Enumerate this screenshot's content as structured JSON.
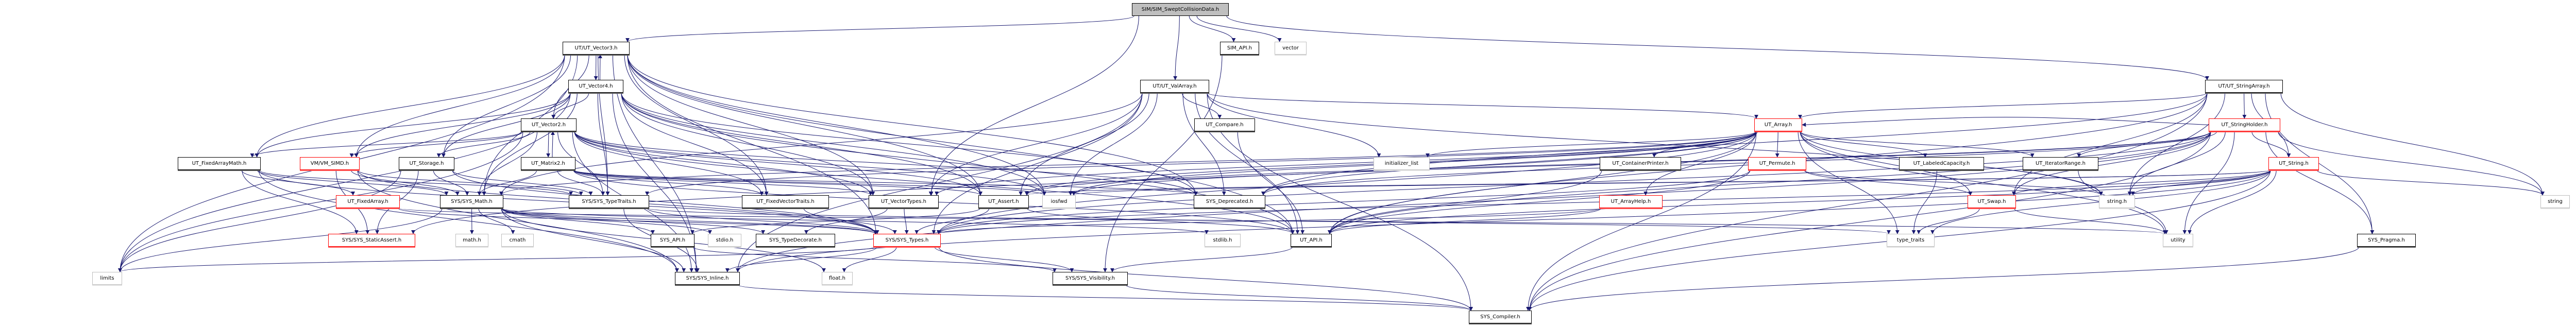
{
  "graph": {
    "title": "SIM/SIM_SweptCollisionData.h",
    "edge_color": "#191970",
    "colors": {
      "root_fill": "#bfbfbf",
      "local_border": "#000000",
      "truncated_border": "#ff0000",
      "system_border": "#bfbfbf"
    },
    "nodes": [
      {
        "id": "root",
        "label": "SIM/SIM_SweptCollisionData.h",
        "kind": "root"
      },
      {
        "id": "vec3",
        "label": "UT/UT_Vector3.h",
        "kind": "local"
      },
      {
        "id": "simapi",
        "label": "SIM_API.h",
        "kind": "local"
      },
      {
        "id": "vector",
        "label": "vector",
        "kind": "system"
      },
      {
        "id": "vec4",
        "label": "UT_Vector4.h",
        "kind": "local"
      },
      {
        "id": "valarray",
        "label": "UT/UT_ValArray.h",
        "kind": "local"
      },
      {
        "id": "strarray",
        "label": "UT/UT_StringArray.h",
        "kind": "local"
      },
      {
        "id": "vec2",
        "label": "UT_Vector2.h",
        "kind": "local"
      },
      {
        "id": "compare",
        "label": "UT_Compare.h",
        "kind": "local"
      },
      {
        "id": "utarray",
        "label": "UT_Array.h",
        "kind": "truncated"
      },
      {
        "id": "strholder",
        "label": "UT_StringHolder.h",
        "kind": "truncated"
      },
      {
        "id": "fixarrmath",
        "label": "UT_FixedArrayMath.h",
        "kind": "local"
      },
      {
        "id": "simd",
        "label": "VM/VM_SIMD.h",
        "kind": "truncated"
      },
      {
        "id": "storage",
        "label": "UT_Storage.h",
        "kind": "local"
      },
      {
        "id": "matrix2",
        "label": "UT_Matrix2.h",
        "kind": "local"
      },
      {
        "id": "initlist",
        "label": "initializer_list",
        "kind": "system"
      },
      {
        "id": "contprinter",
        "label": "UT_ContainerPrinter.h",
        "kind": "local"
      },
      {
        "id": "permute",
        "label": "UT_Permute.h",
        "kind": "truncated"
      },
      {
        "id": "labcap",
        "label": "UT_LabeledCapacity.h",
        "kind": "local"
      },
      {
        "id": "iterrange",
        "label": "UT_IteratorRange.h",
        "kind": "local"
      },
      {
        "id": "utstring",
        "label": "UT_String.h",
        "kind": "truncated"
      },
      {
        "id": "fixarray",
        "label": "UT_FixedArray.h",
        "kind": "truncated"
      },
      {
        "id": "sysmath",
        "label": "SYS/SYS_Math.h",
        "kind": "local"
      },
      {
        "id": "typetraits",
        "label": "SYS/SYS_TypeTraits.h",
        "kind": "local"
      },
      {
        "id": "fixvectraits",
        "label": "UT_FixedVectorTraits.h",
        "kind": "local"
      },
      {
        "id": "vectypes",
        "label": "UT_VectorTypes.h",
        "kind": "local"
      },
      {
        "id": "assert",
        "label": "UT_Assert.h",
        "kind": "local"
      },
      {
        "id": "iosfwd",
        "label": "iosfwd",
        "kind": "system"
      },
      {
        "id": "deprecated",
        "label": "SYS_Deprecated.h",
        "kind": "local"
      },
      {
        "id": "arrayhelp",
        "label": "UT_ArrayHelp.h",
        "kind": "truncated"
      },
      {
        "id": "swap",
        "label": "UT_Swap.h",
        "kind": "truncated"
      },
      {
        "id": "stringh",
        "label": "string.h",
        "kind": "system"
      },
      {
        "id": "string",
        "label": "string",
        "kind": "system"
      },
      {
        "id": "staticassert",
        "label": "SYS/SYS_StaticAssert.h",
        "kind": "truncated"
      },
      {
        "id": "mathh",
        "label": "math.h",
        "kind": "system"
      },
      {
        "id": "cmath",
        "label": "cmath",
        "kind": "system"
      },
      {
        "id": "sysapi",
        "label": "SYS_API.h",
        "kind": "local"
      },
      {
        "id": "stdio",
        "label": "stdio.h",
        "kind": "system"
      },
      {
        "id": "typedecorate",
        "label": "SYS_TypeDecorate.h",
        "kind": "local"
      },
      {
        "id": "systypes",
        "label": "SYS/SYS_Types.h",
        "kind": "truncated"
      },
      {
        "id": "stdlib",
        "label": "stdlib.h",
        "kind": "system"
      },
      {
        "id": "utapi",
        "label": "UT_API.h",
        "kind": "local"
      },
      {
        "id": "typetraits_std",
        "label": "type_traits",
        "kind": "system"
      },
      {
        "id": "utility",
        "label": "utility",
        "kind": "system"
      },
      {
        "id": "pragma",
        "label": "SYS_Pragma.h",
        "kind": "local"
      },
      {
        "id": "limits",
        "label": "limits",
        "kind": "system"
      },
      {
        "id": "inline",
        "label": "SYS/SYS_Inline.h",
        "kind": "local"
      },
      {
        "id": "floath",
        "label": "float.h",
        "kind": "system"
      },
      {
        "id": "visibility",
        "label": "SYS/SYS_Visibility.h",
        "kind": "local"
      },
      {
        "id": "compiler",
        "label": "SYS_Compiler.h",
        "kind": "local"
      }
    ],
    "edges": [
      [
        "root",
        "vec3"
      ],
      [
        "root",
        "simapi"
      ],
      [
        "root",
        "vector"
      ],
      [
        "root",
        "valarray"
      ],
      [
        "root",
        "strarray"
      ],
      [
        "root",
        "vectypes"
      ],
      [
        "vec3",
        "vec4"
      ],
      [
        "vec3",
        "vec2"
      ],
      [
        "vec3",
        "fixarrmath"
      ],
      [
        "vec3",
        "simd"
      ],
      [
        "vec3",
        "storage"
      ],
      [
        "vec3",
        "sysmath"
      ],
      [
        "vec3",
        "typetraits"
      ],
      [
        "vec3",
        "fixvectraits"
      ],
      [
        "vec3",
        "vectypes"
      ],
      [
        "vec3",
        "assert"
      ],
      [
        "vec3",
        "iosfwd"
      ],
      [
        "vec3",
        "deprecated"
      ],
      [
        "vec3",
        "utapi"
      ],
      [
        "vec3",
        "limits"
      ],
      [
        "vec3",
        "inline"
      ],
      [
        "vec3",
        "systypes"
      ],
      [
        "vec4",
        "vec3"
      ],
      [
        "vec4",
        "vec2"
      ],
      [
        "vec4",
        "fixarrmath"
      ],
      [
        "vec4",
        "simd"
      ],
      [
        "vec4",
        "storage"
      ],
      [
        "vec4",
        "sysmath"
      ],
      [
        "vec4",
        "typetraits"
      ],
      [
        "vec4",
        "fixvectraits"
      ],
      [
        "vec4",
        "vectypes"
      ],
      [
        "vec4",
        "assert"
      ],
      [
        "vec4",
        "iosfwd"
      ],
      [
        "vec4",
        "deprecated"
      ],
      [
        "vec4",
        "utapi"
      ],
      [
        "vec4",
        "limits"
      ],
      [
        "vec4",
        "inline"
      ],
      [
        "vec2",
        "matrix2"
      ],
      [
        "vec2",
        "fixarrmath"
      ],
      [
        "vec2",
        "simd"
      ],
      [
        "vec2",
        "storage"
      ],
      [
        "vec2",
        "sysmath"
      ],
      [
        "vec2",
        "typetraits"
      ],
      [
        "vec2",
        "fixvectraits"
      ],
      [
        "vec2",
        "vectypes"
      ],
      [
        "vec2",
        "assert"
      ],
      [
        "vec2",
        "iosfwd"
      ],
      [
        "vec2",
        "deprecated"
      ],
      [
        "vec2",
        "utapi"
      ],
      [
        "vec2",
        "limits"
      ],
      [
        "vec2",
        "inline"
      ],
      [
        "matrix2",
        "vec2"
      ],
      [
        "matrix2",
        "sysmath"
      ],
      [
        "matrix2",
        "typetraits"
      ],
      [
        "matrix2",
        "fixvectraits"
      ],
      [
        "matrix2",
        "vectypes"
      ],
      [
        "matrix2",
        "assert"
      ],
      [
        "matrix2",
        "iosfwd"
      ],
      [
        "matrix2",
        "utapi"
      ],
      [
        "matrix2",
        "deprecated"
      ],
      [
        "fixarrmath",
        "fixarray"
      ],
      [
        "fixarrmath",
        "sysmath"
      ],
      [
        "fixarrmath",
        "typetraits"
      ],
      [
        "fixarrmath",
        "staticassert"
      ],
      [
        "fixarrmath",
        "inline"
      ],
      [
        "fixarrmath",
        "systypes"
      ],
      [
        "simd",
        "sysmath"
      ],
      [
        "simd",
        "staticassert"
      ],
      [
        "simd",
        "inline"
      ],
      [
        "simd",
        "typetraits"
      ],
      [
        "simd",
        "systypes"
      ],
      [
        "storage",
        "sysmath"
      ],
      [
        "storage",
        "typetraits"
      ],
      [
        "storage",
        "systypes"
      ],
      [
        "storage",
        "staticassert"
      ],
      [
        "storage",
        "limits"
      ],
      [
        "fixarray",
        "systypes"
      ],
      [
        "fixarray",
        "utility"
      ],
      [
        "sysmath",
        "mathh"
      ],
      [
        "sysmath",
        "cmath"
      ],
      [
        "sysmath",
        "sysapi"
      ],
      [
        "sysmath",
        "stdio"
      ],
      [
        "sysmath",
        "typedecorate"
      ],
      [
        "sysmath",
        "systypes"
      ],
      [
        "sysmath",
        "inline"
      ],
      [
        "sysmath",
        "floath"
      ],
      [
        "sysmath",
        "limits"
      ],
      [
        "sysmath",
        "stdlib"
      ],
      [
        "typetraits",
        "systypes"
      ],
      [
        "typetraits",
        "inline"
      ],
      [
        "typetraits",
        "typetraits_std"
      ],
      [
        "fixvectraits",
        "systypes"
      ],
      [
        "vectypes",
        "systypes"
      ],
      [
        "vectypes",
        "typedecorate"
      ],
      [
        "assert",
        "utapi"
      ],
      [
        "assert",
        "systypes"
      ],
      [
        "assert",
        "sysapi"
      ],
      [
        "systypes",
        "inline"
      ],
      [
        "systypes",
        "floath"
      ],
      [
        "systypes",
        "visibility"
      ],
      [
        "systypes",
        "compiler"
      ],
      [
        "systypes",
        "limits"
      ],
      [
        "sysapi",
        "visibility"
      ],
      [
        "utapi",
        "visibility"
      ],
      [
        "inline",
        "compiler"
      ],
      [
        "visibility",
        "compiler"
      ],
      [
        "valarray",
        "compare"
      ],
      [
        "valarray",
        "utarray"
      ],
      [
        "valarray",
        "initlist"
      ],
      [
        "valarray",
        "vectypes"
      ],
      [
        "valarray",
        "assert"
      ],
      [
        "valarray",
        "deprecated"
      ],
      [
        "valarray",
        "sysmath"
      ],
      [
        "valarray",
        "utapi"
      ],
      [
        "valarray",
        "systypes"
      ],
      [
        "valarray",
        "iosfwd"
      ],
      [
        "valarray",
        "stringh"
      ],
      [
        "valarray",
        "compiler"
      ],
      [
        "valarray",
        "inline"
      ],
      [
        "compare",
        "utapi"
      ],
      [
        "strarray",
        "utarray"
      ],
      [
        "strarray",
        "strholder"
      ],
      [
        "strarray",
        "utstring"
      ],
      [
        "strarray",
        "swap"
      ],
      [
        "strarray",
        "string"
      ],
      [
        "strarray",
        "stringh"
      ],
      [
        "strarray",
        "utapi"
      ],
      [
        "strarray",
        "deprecated"
      ],
      [
        "strarray",
        "pragma"
      ],
      [
        "strarray",
        "compiler"
      ],
      [
        "utarray",
        "initlist"
      ],
      [
        "utarray",
        "contprinter"
      ],
      [
        "utarray",
        "permute"
      ],
      [
        "utarray",
        "labcap"
      ],
      [
        "utarray",
        "iterrange"
      ],
      [
        "utarray",
        "arrayhelp"
      ],
      [
        "utarray",
        "swap"
      ],
      [
        "utarray",
        "assert"
      ],
      [
        "utarray",
        "vectypes"
      ],
      [
        "utarray",
        "iosfwd"
      ],
      [
        "utarray",
        "stringh"
      ],
      [
        "utarray",
        "systypes"
      ],
      [
        "utarray",
        "utapi"
      ],
      [
        "utarray",
        "typetraits_std"
      ],
      [
        "utarray",
        "utility"
      ],
      [
        "utarray",
        "typetraits"
      ],
      [
        "utarray",
        "compiler"
      ],
      [
        "utarray",
        "staticassert"
      ],
      [
        "utarray",
        "deprecated"
      ],
      [
        "utarray",
        "sysmath"
      ],
      [
        "contprinter",
        "utapi"
      ],
      [
        "permute",
        "systypes"
      ],
      [
        "permute",
        "swap"
      ],
      [
        "permute",
        "stringh"
      ],
      [
        "permute",
        "utapi"
      ],
      [
        "labcap",
        "typetraits_std"
      ],
      [
        "iterrange",
        "utility"
      ],
      [
        "arrayhelp",
        "systypes"
      ],
      [
        "arrayhelp",
        "utapi"
      ],
      [
        "swap",
        "utility"
      ],
      [
        "swap",
        "typetraits_std"
      ],
      [
        "strholder",
        "utstring"
      ],
      [
        "strholder",
        "utarray"
      ],
      [
        "strholder",
        "swap"
      ],
      [
        "strholder",
        "stringh"
      ],
      [
        "strholder",
        "string"
      ],
      [
        "strholder",
        "utility"
      ],
      [
        "strholder",
        "pragma"
      ],
      [
        "strholder",
        "utapi"
      ],
      [
        "strholder",
        "systypes"
      ],
      [
        "strholder",
        "compiler"
      ],
      [
        "strholder",
        "iosfwd"
      ],
      [
        "strholder",
        "inline"
      ],
      [
        "strholder",
        "iterrange"
      ],
      [
        "strholder",
        "assert"
      ],
      [
        "utstring",
        "string"
      ],
      [
        "strholder",
        "deprecated"
      ],
      [
        "utstring",
        "stringh"
      ],
      [
        "utstring",
        "utapi"
      ],
      [
        "utstring",
        "utility"
      ],
      [
        "utstring",
        "systypes"
      ],
      [
        "utstring",
        "iosfwd"
      ],
      [
        "utstring",
        "swap"
      ],
      [
        "utstring",
        "assert"
      ],
      [
        "utstring",
        "compiler"
      ],
      [
        "utstring",
        "inline"
      ],
      [
        "utstring",
        "typetraits_std"
      ],
      [
        "simapi",
        "visibility"
      ],
      [
        "pragma",
        "compiler"
      ]
    ]
  }
}
